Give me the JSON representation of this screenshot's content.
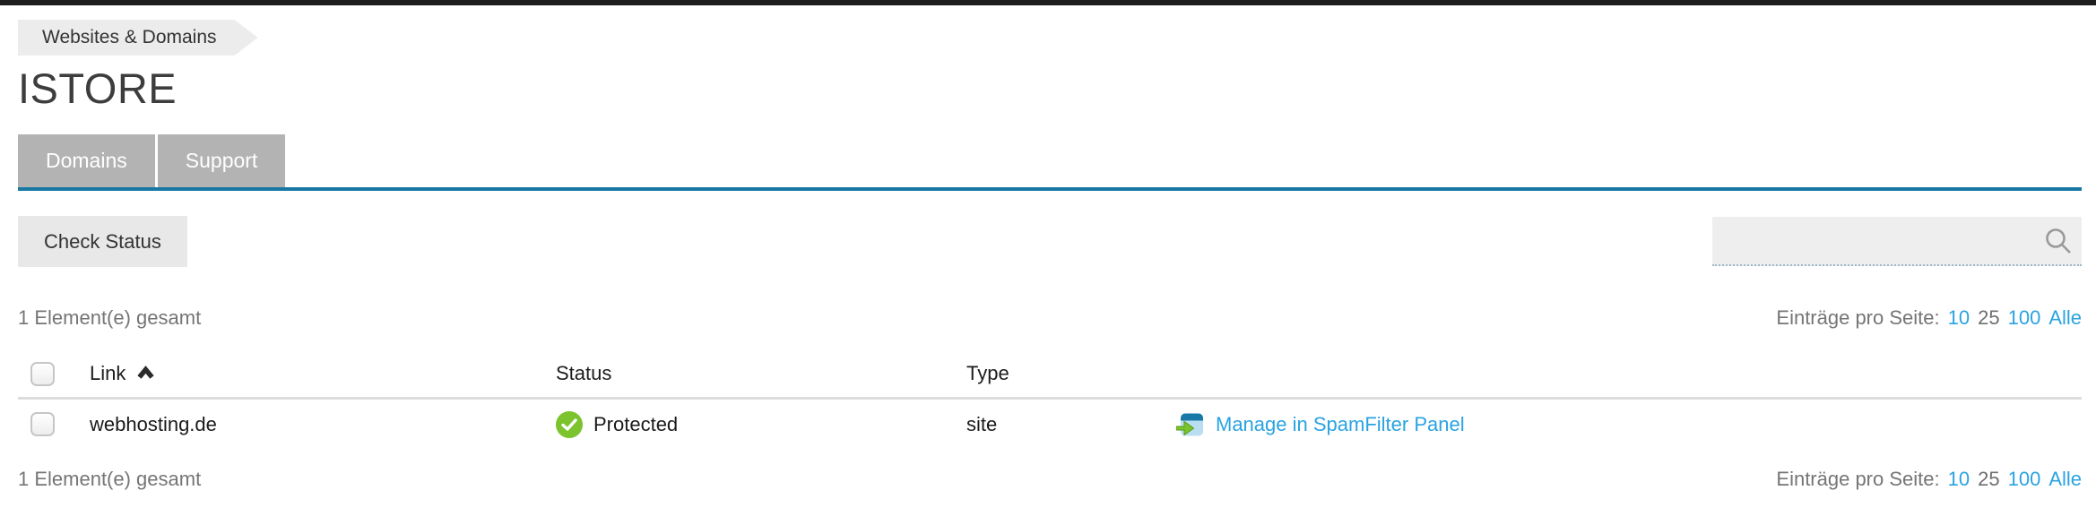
{
  "breadcrumb": {
    "label": "Websites & Domains"
  },
  "page": {
    "title": "ISTORE"
  },
  "tabs": [
    {
      "label": "Domains"
    },
    {
      "label": "Support"
    }
  ],
  "toolbar": {
    "check_status_label": "Check Status",
    "search_value": ""
  },
  "list": {
    "total": "1 Element(e) gesamt",
    "per_page_label": "Einträge pro Seite:",
    "per_page_options": [
      {
        "label": "10",
        "is_link": true
      },
      {
        "label": "25",
        "is_link": false
      },
      {
        "label": "100",
        "is_link": true
      },
      {
        "label": "Alle",
        "is_link": true
      }
    ]
  },
  "table": {
    "columns": [
      {
        "label": "Link",
        "sort": "asc"
      },
      {
        "label": "Status"
      },
      {
        "label": "Type"
      },
      {
        "label": ""
      }
    ],
    "rows": [
      {
        "link": "webhosting.de",
        "status": "Protected",
        "status_icon": "check-circle-icon",
        "type": "site",
        "action_label": "Manage in SpamFilter Panel",
        "action_icon": "spamfilter-panel-icon"
      }
    ]
  },
  "icons": {
    "search": "magnifier-icon",
    "sort": "caret-up-icon"
  },
  "colors": {
    "tab_underline": "#1878a3",
    "tab_gray": "#b3b3b3",
    "link_blue": "#29a3e1",
    "status_green": "#7cc32e",
    "topbar_black": "#1e1e1e"
  }
}
